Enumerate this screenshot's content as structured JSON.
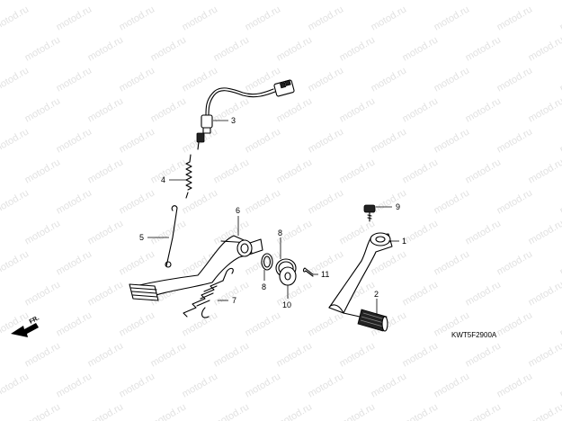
{
  "watermark": {
    "text": "motod.ru",
    "color": "#c9c9c9"
  },
  "diagram_code": "KWT5F2900A",
  "front_marker": {
    "label": "FR.",
    "icon": "arrow-left-icon"
  },
  "callouts": [
    {
      "id": "1",
      "label": "1"
    },
    {
      "id": "2",
      "label": "2"
    },
    {
      "id": "3",
      "label": "3"
    },
    {
      "id": "4",
      "label": "4"
    },
    {
      "id": "5",
      "label": "5"
    },
    {
      "id": "6",
      "label": "6"
    },
    {
      "id": "7",
      "label": "7"
    },
    {
      "id": "8a",
      "label": "8"
    },
    {
      "id": "8b",
      "label": "8"
    },
    {
      "id": "9",
      "label": "9"
    },
    {
      "id": "10",
      "label": "10"
    },
    {
      "id": "11",
      "label": "11"
    }
  ]
}
